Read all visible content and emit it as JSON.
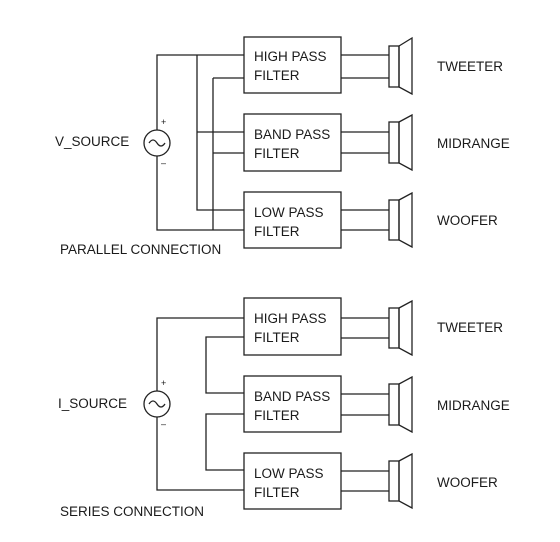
{
  "colors": {
    "line": "#222222",
    "text": "#1a1a1a",
    "background": "#ffffff"
  },
  "parallel": {
    "caption": "PARALLEL CONNECTION",
    "source_label": "V_SOURCE",
    "plus": "+",
    "minus": "–",
    "filters": [
      {
        "line1": "HIGH PASS",
        "line2": "FILTER",
        "speaker": "TWEETER"
      },
      {
        "line1": "BAND PASS",
        "line2": "FILTER",
        "speaker": "MIDRANGE"
      },
      {
        "line1": "LOW PASS",
        "line2": "FILTER",
        "speaker": "WOOFER"
      }
    ]
  },
  "series": {
    "caption": "SERIES CONNECTION",
    "source_label": "I_SOURCE",
    "plus": "+",
    "minus": "–",
    "filters": [
      {
        "line1": "HIGH PASS",
        "line2": "FILTER",
        "speaker": "TWEETER"
      },
      {
        "line1": "BAND PASS",
        "line2": "FILTER",
        "speaker": "MIDRANGE"
      },
      {
        "line1": "LOW PASS",
        "line2": "FILTER",
        "speaker": "WOOFER"
      }
    ]
  }
}
